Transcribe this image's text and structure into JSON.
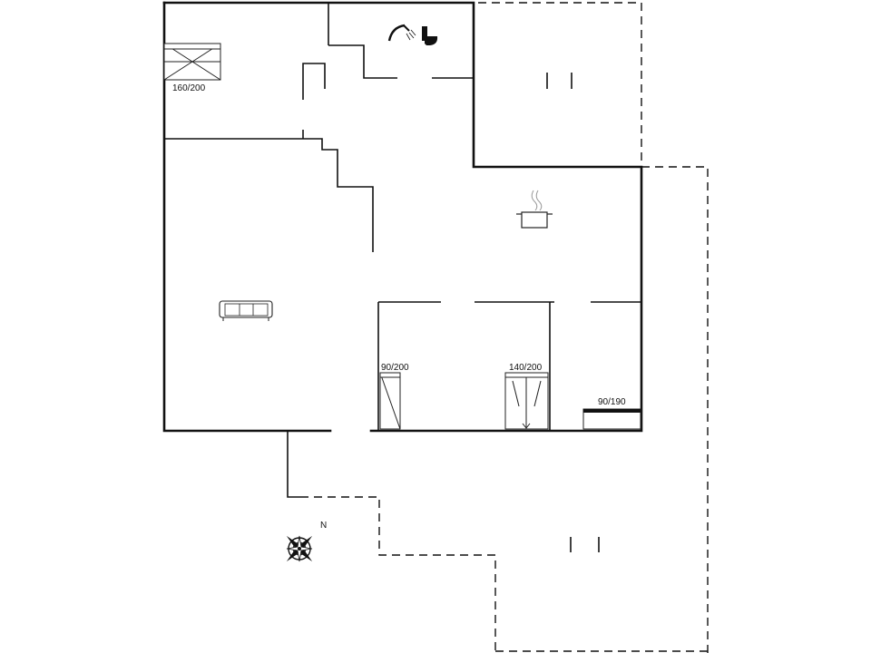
{
  "beds": {
    "bed_1": "160/200",
    "bed_2": "90/200",
    "bed_3": "140/200",
    "bed_4": "90/190"
  },
  "compass": {
    "north_label": "N"
  },
  "icons": {
    "shower": "shower-icon",
    "toilet": "toilet-icon",
    "kitchen": "cooking-pot-icon",
    "living": "sofa-icon",
    "compass": "compass-rose-icon"
  }
}
